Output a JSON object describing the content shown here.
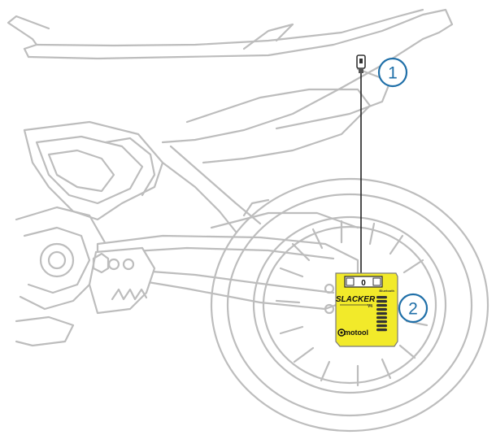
{
  "callouts": [
    {
      "number": "1",
      "color": "#1f6fa8"
    },
    {
      "number": "2",
      "color": "#1f6fa8"
    }
  ],
  "device": {
    "display_value": "0",
    "model_name": "SLACKER",
    "model_suffix": "V4",
    "brand_name": "motool",
    "bluetooth_mark": "Bluetooth",
    "body_color": "#f2ea2a"
  },
  "colors": {
    "bike_outline": "#bdbdbd",
    "callout": "#1f6fa8",
    "device_body": "#f2ea2a"
  },
  "icons": [
    "sensor-clip-icon",
    "bluetooth-icon",
    "motool-logo-icon",
    "led-bar-icon"
  ]
}
